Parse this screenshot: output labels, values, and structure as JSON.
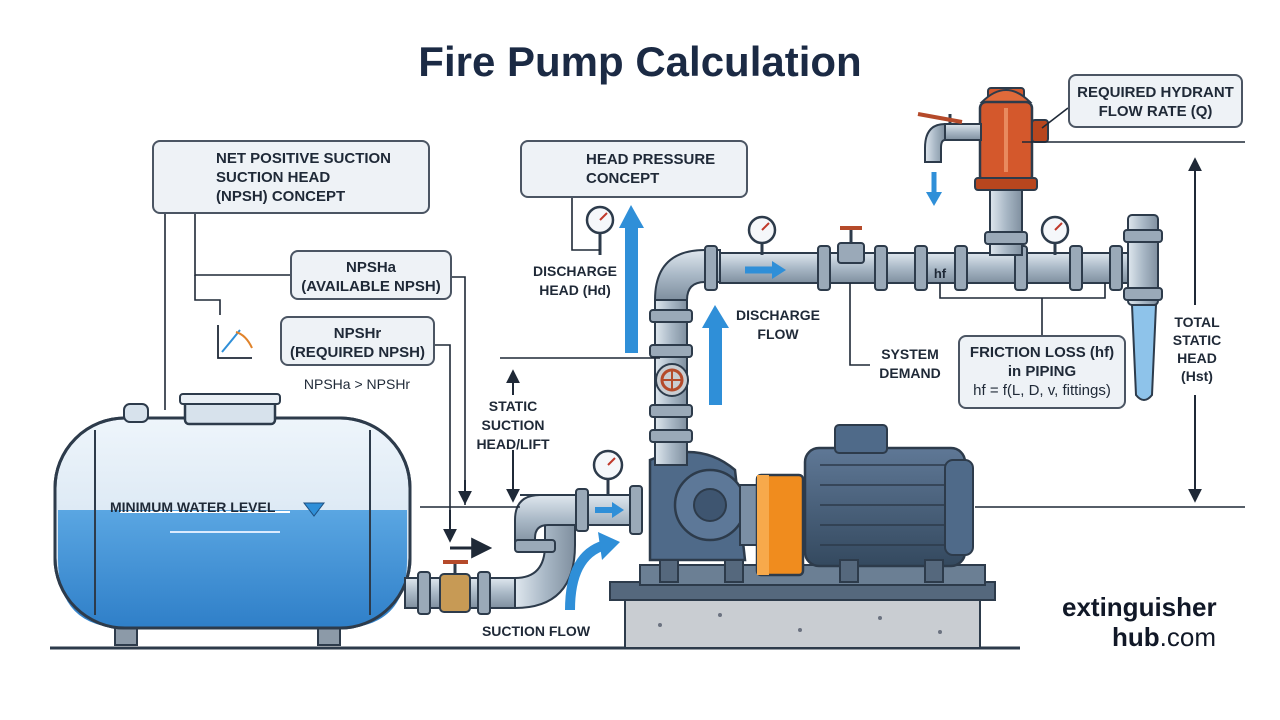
{
  "title": "Fire Pump Calculation",
  "labels": {
    "npsh_concept": [
      "NET POSITIVE SUCTION",
      "SUCTION HEAD",
      "(NPSH) CONCEPT"
    ],
    "npsha": [
      "NPSHa",
      "(AVAILABLE NPSH)"
    ],
    "npshr": [
      "NPSHr",
      "(REQUIRED NPSH)"
    ],
    "npsh_relation": "NPSHa > NPSHr",
    "head_pressure": [
      "HEAD PRESSURE",
      "CONCEPT"
    ],
    "discharge_head": [
      "DISCHARGE",
      "HEAD (Hd)"
    ],
    "discharge_flow": [
      "DISCHARGE",
      "FLOW"
    ],
    "static_suction": [
      "STATIC",
      "SUCTION",
      "HEAD/LIFT"
    ],
    "minimum_water_level": "MINIMUM WATER LEVEL",
    "suction_flow": "SUCTION FLOW",
    "system_demand": [
      "SYSTEM",
      "DEMAND"
    ],
    "friction_loss": [
      "FRICTION LOSS (hf)",
      "in PIPING",
      "hf = f(L, D, v, fittings)"
    ],
    "hf_tag": "hf",
    "hydrant_flow": [
      "REQUIRED HYDRANT",
      "FLOW RATE (Q)"
    ],
    "total_static_head": [
      "TOTAL",
      "STATIC",
      "HEAD",
      "(Hst)"
    ]
  },
  "brand": {
    "name": "extinguisher",
    "name2": "hub",
    "suffix": ".com"
  },
  "colors": {
    "water": "#3b8fd6",
    "pipe": "#a9b8c6",
    "flow_arrow": "#2f8fd8",
    "motor": "#425c78",
    "coupling": "#f08c1e",
    "hydrant": "#d4582c",
    "outline": "#2d3b4b"
  },
  "icons": [
    "chart-curve-icon",
    "gauge-icon",
    "pressure-gauge-icon",
    "valve-icon",
    "flow-arrow-icon",
    "water-level-triangle-icon"
  ]
}
